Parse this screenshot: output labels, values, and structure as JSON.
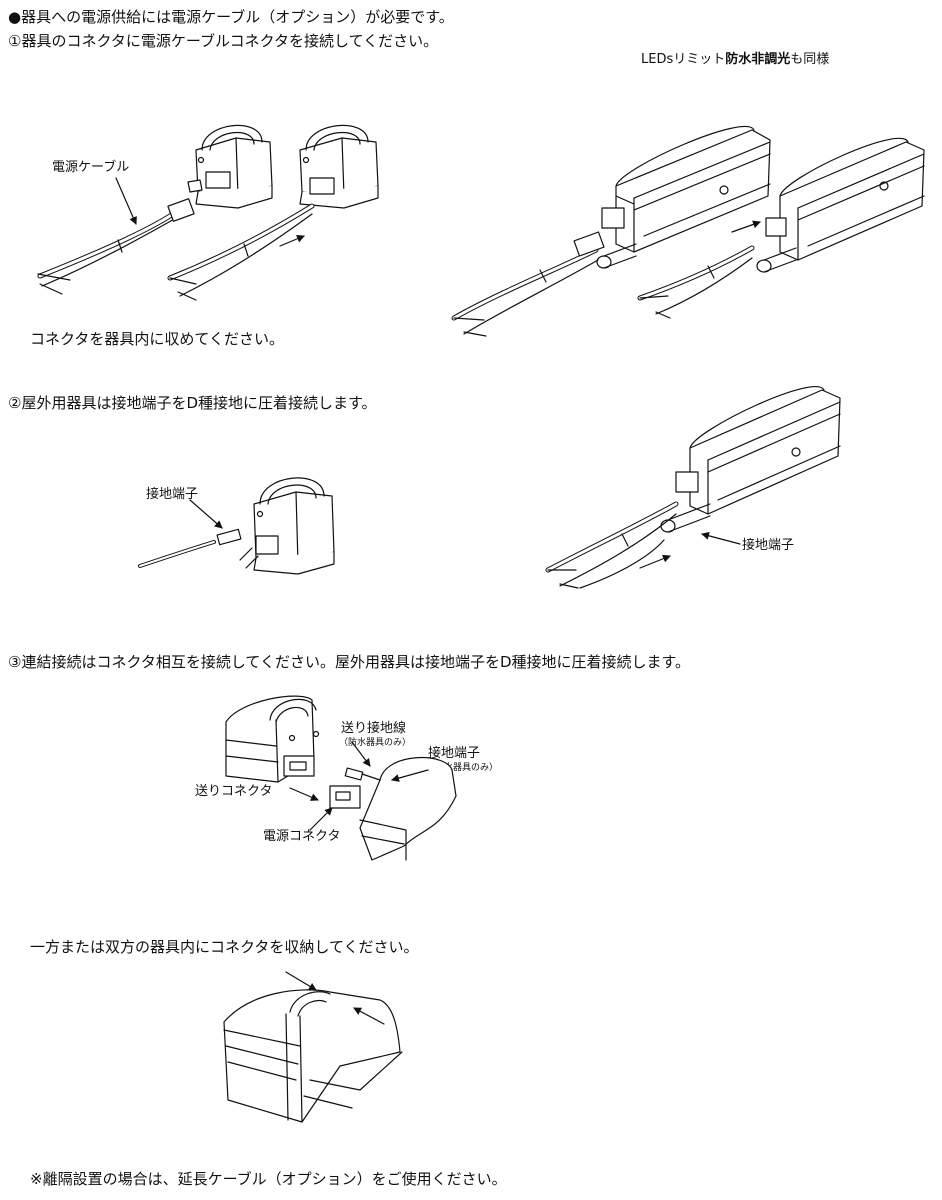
{
  "intro": {
    "line1": "●器具への電源供給には電源ケーブル（オプション）が必要です。",
    "line2": "①器具のコネクタに電源ケーブルコネクタを接続してください。"
  },
  "step1": {
    "variant_prefix": "LEDsリミット",
    "variant_bold": "防水非調光",
    "variant_suffix": "も同様",
    "cable_label": "電源ケーブル",
    "caption": "コネクタを器具内に収めてください。"
  },
  "step2": {
    "heading": "②屋外用器具は接地端子をD種接地に圧着接続します。",
    "label_left": "接地端子",
    "label_right": "接地端子"
  },
  "step3": {
    "heading": "③連結接続はコネクタ相互を接続してください。屋外用器具は接地端子をD種接地に圧着接続します。",
    "label_ground_wire": "送り接地線",
    "label_ground_wire_note": "（防水器具のみ）",
    "label_ground_terminal": "接地端子",
    "label_ground_terminal_note": "（防水器具のみ）",
    "label_feed_connector": "送りコネクタ",
    "label_power_connector": "電源コネクタ",
    "caption": "一方または双方の器具内にコネクタを収納してください。"
  },
  "footnote": "※離隔設置の場合は、延長ケーブル（オプション）をご使用ください。"
}
